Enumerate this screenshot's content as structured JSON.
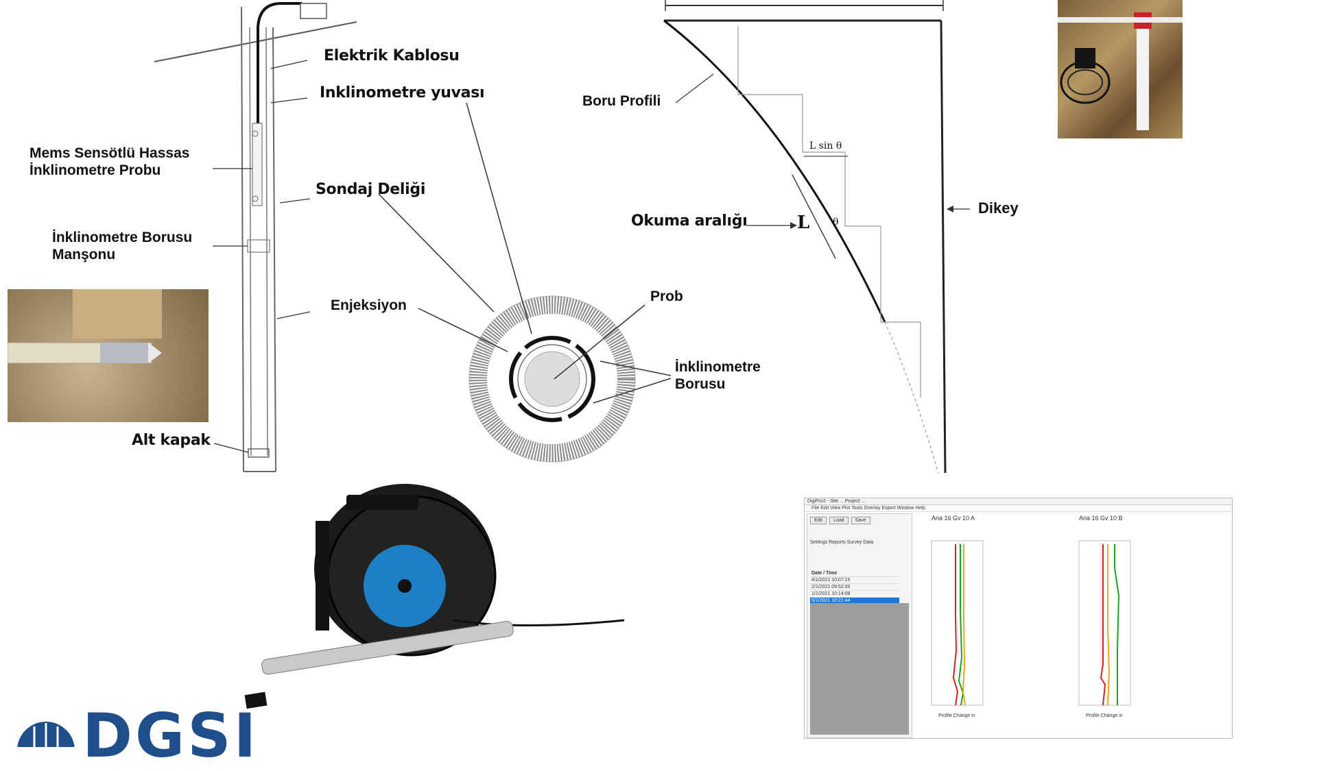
{
  "labels": {
    "elektrik_kablosu": "Elektrik Kablosu",
    "inklinometre_yuvasi": "Inklinometre yuvası",
    "mems_probu_line1": "Mems Sensötlü Hassas",
    "mems_probu_line2": "İnklinometre Probu",
    "sondaj_deligi": "Sondaj  Deliği",
    "boru_mansonu_line1": "İnklinometre Borusu",
    "boru_mansonu_line2": "Manşonu",
    "enjeksiyon": "Enjeksiyon",
    "alt_kapak": "Alt kapak",
    "prob": "Prob",
    "inklinometre_borusu_line1": "İnklinometre",
    "inklinometre_borusu_line2": "Borusu",
    "boru_profili": "Boru Profili",
    "okuma_araligi": "Okuma aralığı",
    "dikey": "Dikey",
    "L": "L",
    "lsin": "L sin θ",
    "theta": "θ"
  },
  "logo": {
    "text": "DGSI"
  },
  "software": {
    "title": "DigiPro2 - Site ... Project ...",
    "menu": "File   Edit   View   Plot   Tools   Overlay   Export   Window   Help",
    "buttons": [
      "Edit",
      "Load",
      "Save"
    ],
    "tabs": "Settings   Reports   Survey   Data",
    "list_header": "Date / Time",
    "rows": [
      "4/1/2021 10:07:15",
      "2/1/2021 09:52:33",
      "1/1/2021 10:14:08",
      "5/1/2021 10:21:44"
    ],
    "selected_row": 3,
    "plot_a_title": "Ana 16 Gv 10 A",
    "plot_b_title": "Ana 16 Gv 10 B",
    "xlabel": "Profile Change in",
    "colors": {
      "red": "#d81e1e",
      "green": "#1aa31a",
      "orange": "#f3a21b",
      "select": "#1e78d7"
    }
  },
  "colors": {
    "reel_blue": "#1f7fc4",
    "logo_blue": "#1f4f8b"
  }
}
